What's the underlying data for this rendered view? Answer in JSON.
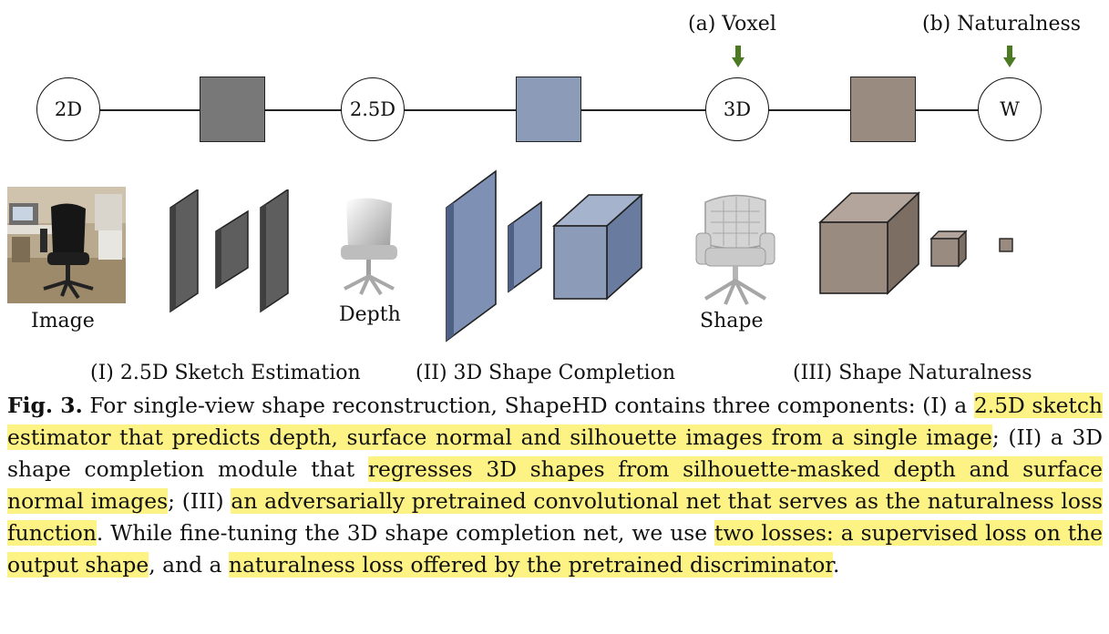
{
  "top": {
    "voxel_label": "(a) Voxel",
    "naturalness_label": "(b) Naturalness",
    "nodes": [
      "2D",
      "2.5D",
      "3D",
      "W"
    ]
  },
  "items": {
    "image": "Image",
    "depth": "Depth",
    "shape": "Shape"
  },
  "components": {
    "one": "(I) 2.5D Sketch Estimation",
    "two": "(II) 3D Shape Completion",
    "three": "(III) Shape Naturalness"
  },
  "colors": {
    "gray_box": "#787878",
    "blue_box": "#8b9bb8",
    "brown_box": "#9a8b80",
    "arrow_green": "#4b7a22",
    "highlight": "#fdf284"
  },
  "caption": {
    "fig_label": "Fig. 3.",
    "segments": [
      {
        "t": " For single-view shape reconstruction, ShapeHD contains three components: (I) a ",
        "hl": false
      },
      {
        "t": "2.5D sketch estimator that predicts depth, surface normal and silhouette images from a single image",
        "hl": true
      },
      {
        "t": "; (II) a 3D shape completion module that ",
        "hl": false
      },
      {
        "t": "regresses 3D shapes from silhouette-masked depth and surface normal images",
        "hl": true
      },
      {
        "t": "; (III) ",
        "hl": false
      },
      {
        "t": "an adversarially pretrained convolutional net that serves as the naturalness loss function",
        "hl": true
      },
      {
        "t": ". While fine-tuning the 3D shape completion net, we use ",
        "hl": false
      },
      {
        "t": "two losses: a supervised loss on the output shape",
        "hl": true
      },
      {
        "t": ", and a ",
        "hl": false
      },
      {
        "t": "naturalness loss offered by the pretrained discriminator",
        "hl": true
      },
      {
        "t": ".",
        "hl": false
      }
    ]
  }
}
